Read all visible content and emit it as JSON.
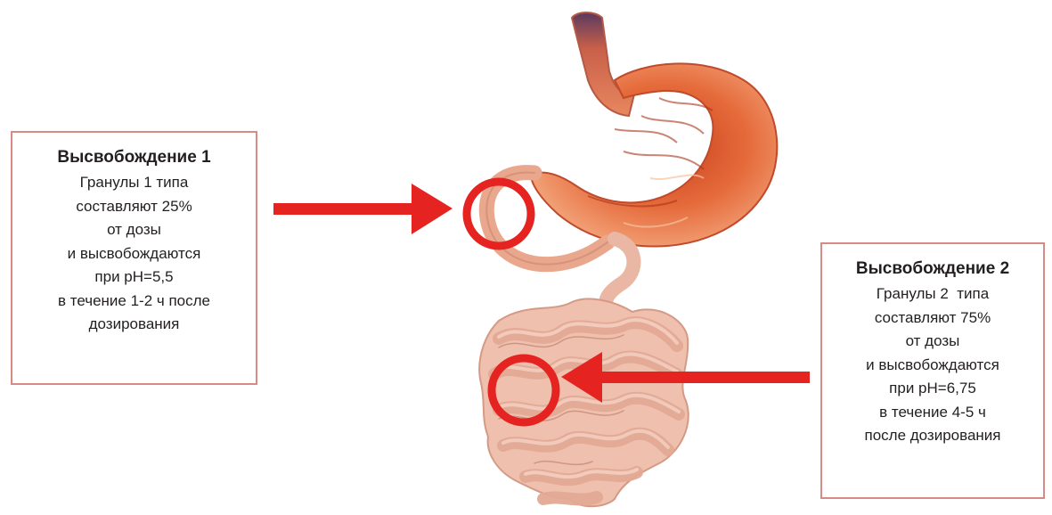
{
  "release1": {
    "title": "Высвобождение 1",
    "lines": [
      "Гранулы 1 типа",
      "составляют 25%",
      "от дозы",
      "и высвобождаются",
      "при pH=5,5",
      "в течение 1-2 ч после",
      "дозирования"
    ]
  },
  "release2": {
    "title": "Высвобождение 2",
    "lines": [
      "Гранулы 2  типа",
      "составляют 75%",
      "от дозы",
      "и высвобождаются",
      "при pH=6,75",
      "в течение 4-5 ч",
      "после дозирования"
    ]
  },
  "colors": {
    "arrow": "#e52421",
    "box_border": "#d98a84",
    "stomach": "#e56a3a",
    "intestine": "#e9b6a3"
  },
  "icons": [
    "stomach-illustration",
    "small-intestine-illustration",
    "highlight-circle",
    "arrow-right",
    "arrow-left"
  ]
}
